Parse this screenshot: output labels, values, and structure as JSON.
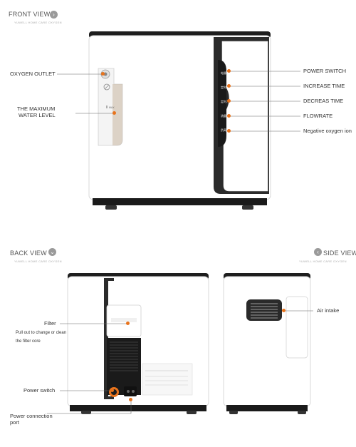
{
  "front": {
    "title": "FRONT VIEW",
    "subtitle": "YUWELL HOME CARE OXYGEN",
    "labels": {
      "oxygen_outlet": "OXYGEN OUTLET",
      "max_water_line1": "THE MAXIMUM",
      "max_water_line2": "WATER LEVEL",
      "power_switch": "POWER SWITCH",
      "increase_time": "INCREASE TIME",
      "decreas_time": "DECREAS TIME",
      "flowrate": "FLOWRATE",
      "negative_ion": "Negative oxygen ion"
    }
  },
  "back": {
    "title": "BACK VIEW",
    "subtitle": "YUWELL HOME CARE OXYGEN",
    "labels": {
      "filter": "Filter",
      "filter_desc1": "Pull out to change or clean",
      "filter_desc2": "the filter core",
      "power_switch": "Power switch",
      "power_port1": "Power connection",
      "power_port2": "port"
    }
  },
  "side": {
    "title": "SIDE VIEW",
    "subtitle": "YUWELL HOME CARE OXYGEN",
    "labels": {
      "air_intake": "Air intake"
    }
  },
  "colors": {
    "accent": "#e8731c",
    "body": "#ffffff",
    "frame": "#2a2a2a",
    "chevron": "#9a9a9a"
  },
  "icons": {
    "front_chevron": "chevron-right-icon",
    "back_chevron": "chevron-down-icon",
    "side_chevron": "chevron-left-icon"
  }
}
